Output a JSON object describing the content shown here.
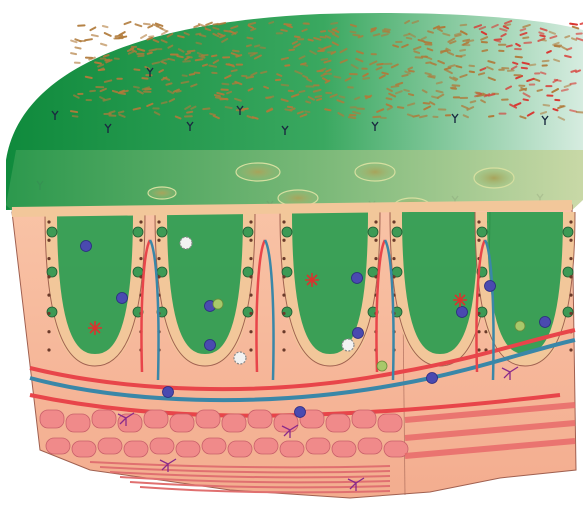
{
  "figure": {
    "subject": "colon-mucosa-cross-section",
    "printed_text": []
  },
  "regions": {
    "lumen": "intestinal-lumen-with-microbiota",
    "mucus": "mucus-layer",
    "epithelium": "crypt-epithelium",
    "lamina_propria": "lamina-propria",
    "submucosa": "submucosa",
    "muscle": "muscularis"
  },
  "counts": {
    "crypts": 5,
    "goblet_clusters_per_crypt": 6
  },
  "colors": {
    "lumen_green": "#1a9a4a",
    "lumen_light": "#cfe8d8",
    "mucus": "#8fbf7a",
    "tissue_pink": "#f6b89a",
    "epithelium": "#f2c79a",
    "goblet_green": "#3d9a55",
    "artery": "#e8454a",
    "vein": "#3a87a8",
    "immune_cell": "#4a4ab0",
    "muscle_pink": "#f08a8a",
    "bacteria_brown": "#b07a3a",
    "bacteria_red": "#d9332e"
  },
  "icons": {
    "antibody": "antibody-y-icon",
    "dendritic_cell": "dendritic-cell-icon",
    "macrophage": "macrophage-icon",
    "neuron": "neuron-icon",
    "lymphocyte": "lymphocyte-icon"
  }
}
